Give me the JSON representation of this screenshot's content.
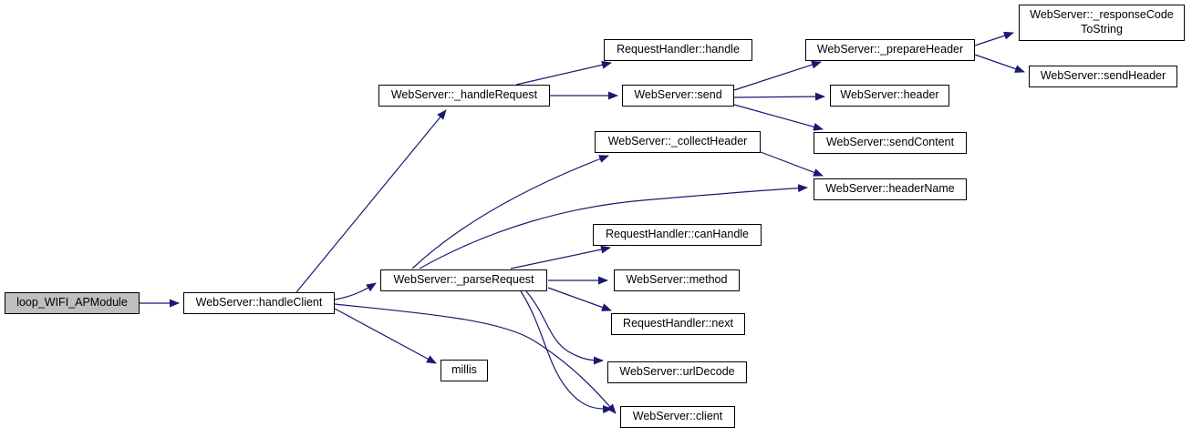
{
  "diagram": {
    "type": "call-graph",
    "colors": {
      "edge": "#191970",
      "node_border": "#000000",
      "node_fill": "#ffffff",
      "highlight_fill": "#bfbfbf",
      "text": "#000000"
    },
    "nodes": [
      {
        "id": "loop_WIFI_APModule",
        "label": "loop_WIFI_APModule",
        "highlighted": true
      },
      {
        "id": "handleClient",
        "label": "WebServer::handleClient"
      },
      {
        "id": "_handleRequest",
        "label": "WebServer::_handleRequest"
      },
      {
        "id": "_parseRequest",
        "label": "WebServer::_parseRequest"
      },
      {
        "id": "millis",
        "label": "millis"
      },
      {
        "id": "requestHandler_handle",
        "label": "RequestHandler::handle"
      },
      {
        "id": "send",
        "label": "WebServer::send"
      },
      {
        "id": "_collectHeader",
        "label": "WebServer::_collectHeader"
      },
      {
        "id": "canHandle",
        "label": "RequestHandler::canHandle"
      },
      {
        "id": "method",
        "label": "WebServer::method"
      },
      {
        "id": "next",
        "label": "RequestHandler::next"
      },
      {
        "id": "urlDecode",
        "label": "WebServer::urlDecode"
      },
      {
        "id": "client",
        "label": "WebServer::client"
      },
      {
        "id": "_prepareHeader",
        "label": "WebServer::_prepareHeader"
      },
      {
        "id": "header",
        "label": "WebServer::header"
      },
      {
        "id": "sendContent",
        "label": "WebServer::sendContent"
      },
      {
        "id": "headerName",
        "label": "WebServer::headerName"
      },
      {
        "id": "_responseCodeToString",
        "label": "WebServer::_responseCode",
        "label2": "ToString"
      },
      {
        "id": "sendHeader",
        "label": "WebServer::sendHeader"
      }
    ],
    "edges": [
      {
        "from": "loop_WIFI_APModule",
        "to": "handleClient"
      },
      {
        "from": "handleClient",
        "to": "_handleRequest"
      },
      {
        "from": "handleClient",
        "to": "_parseRequest"
      },
      {
        "from": "handleClient",
        "to": "millis"
      },
      {
        "from": "handleClient",
        "to": "client"
      },
      {
        "from": "_handleRequest",
        "to": "requestHandler_handle"
      },
      {
        "from": "_handleRequest",
        "to": "send"
      },
      {
        "from": "send",
        "to": "_prepareHeader"
      },
      {
        "from": "send",
        "to": "header"
      },
      {
        "from": "send",
        "to": "sendContent"
      },
      {
        "from": "_prepareHeader",
        "to": "_responseCodeToString"
      },
      {
        "from": "_prepareHeader",
        "to": "sendHeader"
      },
      {
        "from": "_collectHeader",
        "to": "headerName"
      },
      {
        "from": "_parseRequest",
        "to": "_collectHeader"
      },
      {
        "from": "_parseRequest",
        "to": "headerName"
      },
      {
        "from": "_parseRequest",
        "to": "canHandle"
      },
      {
        "from": "_parseRequest",
        "to": "method"
      },
      {
        "from": "_parseRequest",
        "to": "next"
      },
      {
        "from": "_parseRequest",
        "to": "urlDecode"
      },
      {
        "from": "_parseRequest",
        "to": "client"
      }
    ]
  }
}
